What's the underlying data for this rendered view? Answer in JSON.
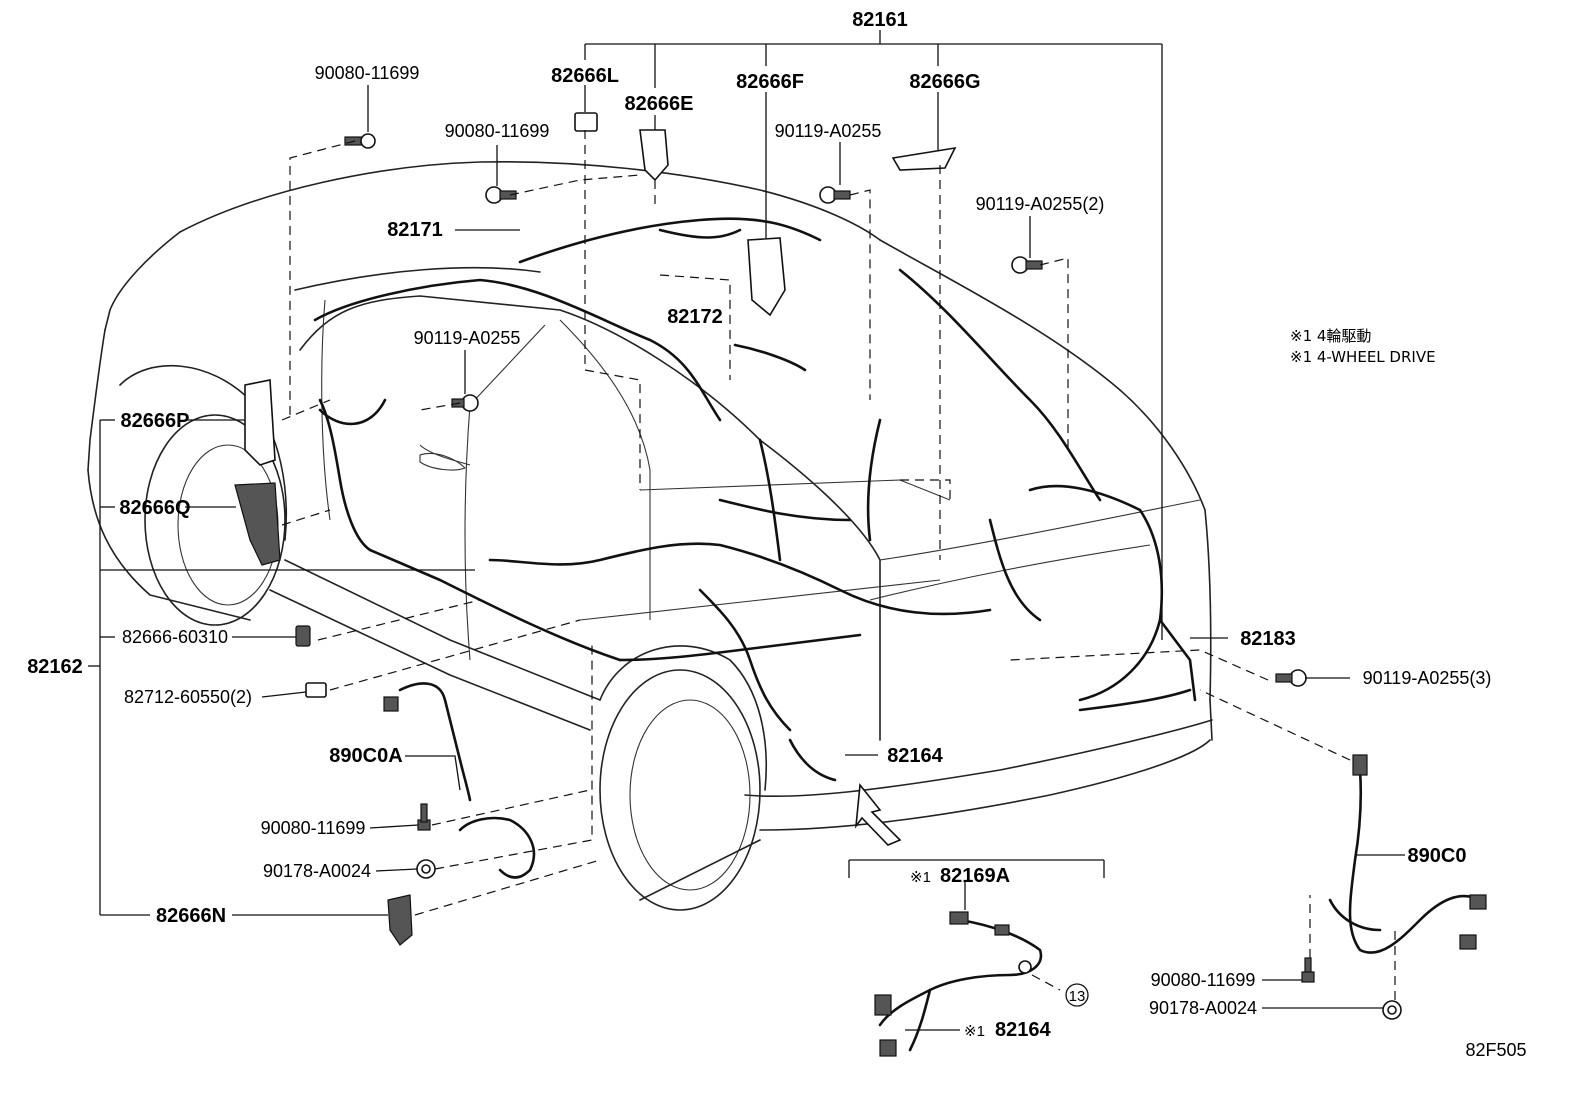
{
  "labels": {
    "p82161": "82161",
    "p82666L": "82666L",
    "p82666E": "82666E",
    "p82666F": "82666F",
    "p82666G": "82666G",
    "b9008011699_top": "90080-11699",
    "b9008011699_mid": "90080-11699",
    "b90119A0255_a": "90119-A0255",
    "b90119A0255_2": "90119-A0255(2)",
    "p82171": "82171",
    "p82172": "82172",
    "b90119A0255_b": "90119-A0255",
    "p82666P": "82666P",
    "p82666Q": "82666Q",
    "p8266660310": "82666-60310",
    "p82162": "82162",
    "p8271260550": "82712-60550(2)",
    "p890C0A": "890C0A",
    "b9008011699_left": "90080-11699",
    "b90178A0024_left": "90178-A0024",
    "p82666N": "82666N",
    "p82164_main": "82164",
    "p82183": "82183",
    "b90119A0255_3": "90119-A0255(3)",
    "p890C0": "890C0",
    "b9008011699_right": "90080-11699",
    "b90178A0024_right": "90178-A0024",
    "p82169A": "82169A",
    "p82169A_mark": "※1",
    "p82164_sub": "82164",
    "p82164_sub_mark": "※1",
    "ref13": "13",
    "code": "82F505"
  },
  "note": {
    "line1": "※1 4輪駆動",
    "line2": "※1 4-WHEEL DRIVE"
  },
  "colors": {
    "ink": "#111111",
    "background": "#ffffff"
  }
}
